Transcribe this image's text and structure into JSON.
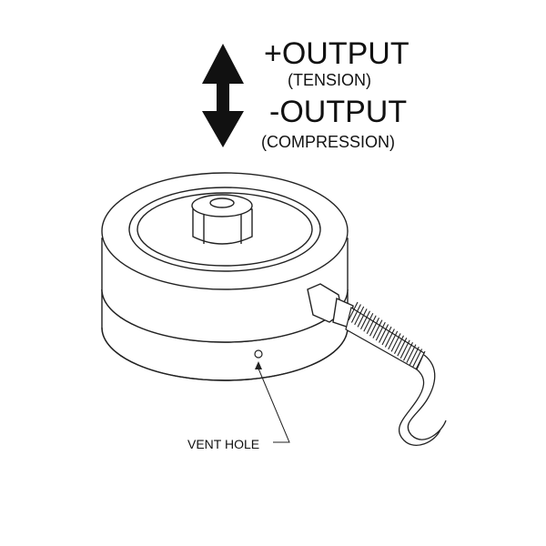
{
  "labels": {
    "tension_output": "+OUTPUT",
    "tension_note": "(TENSION)",
    "compression_output": "-OUTPUT",
    "compression_note": "(COMPRESSION)",
    "vent_hole": "VENT HOLE"
  },
  "colors": {
    "stroke": "#222222",
    "fill": "#ffffff",
    "arrow": "#111111"
  },
  "icons": {
    "direction": "double-headed-vertical-arrow-icon"
  }
}
